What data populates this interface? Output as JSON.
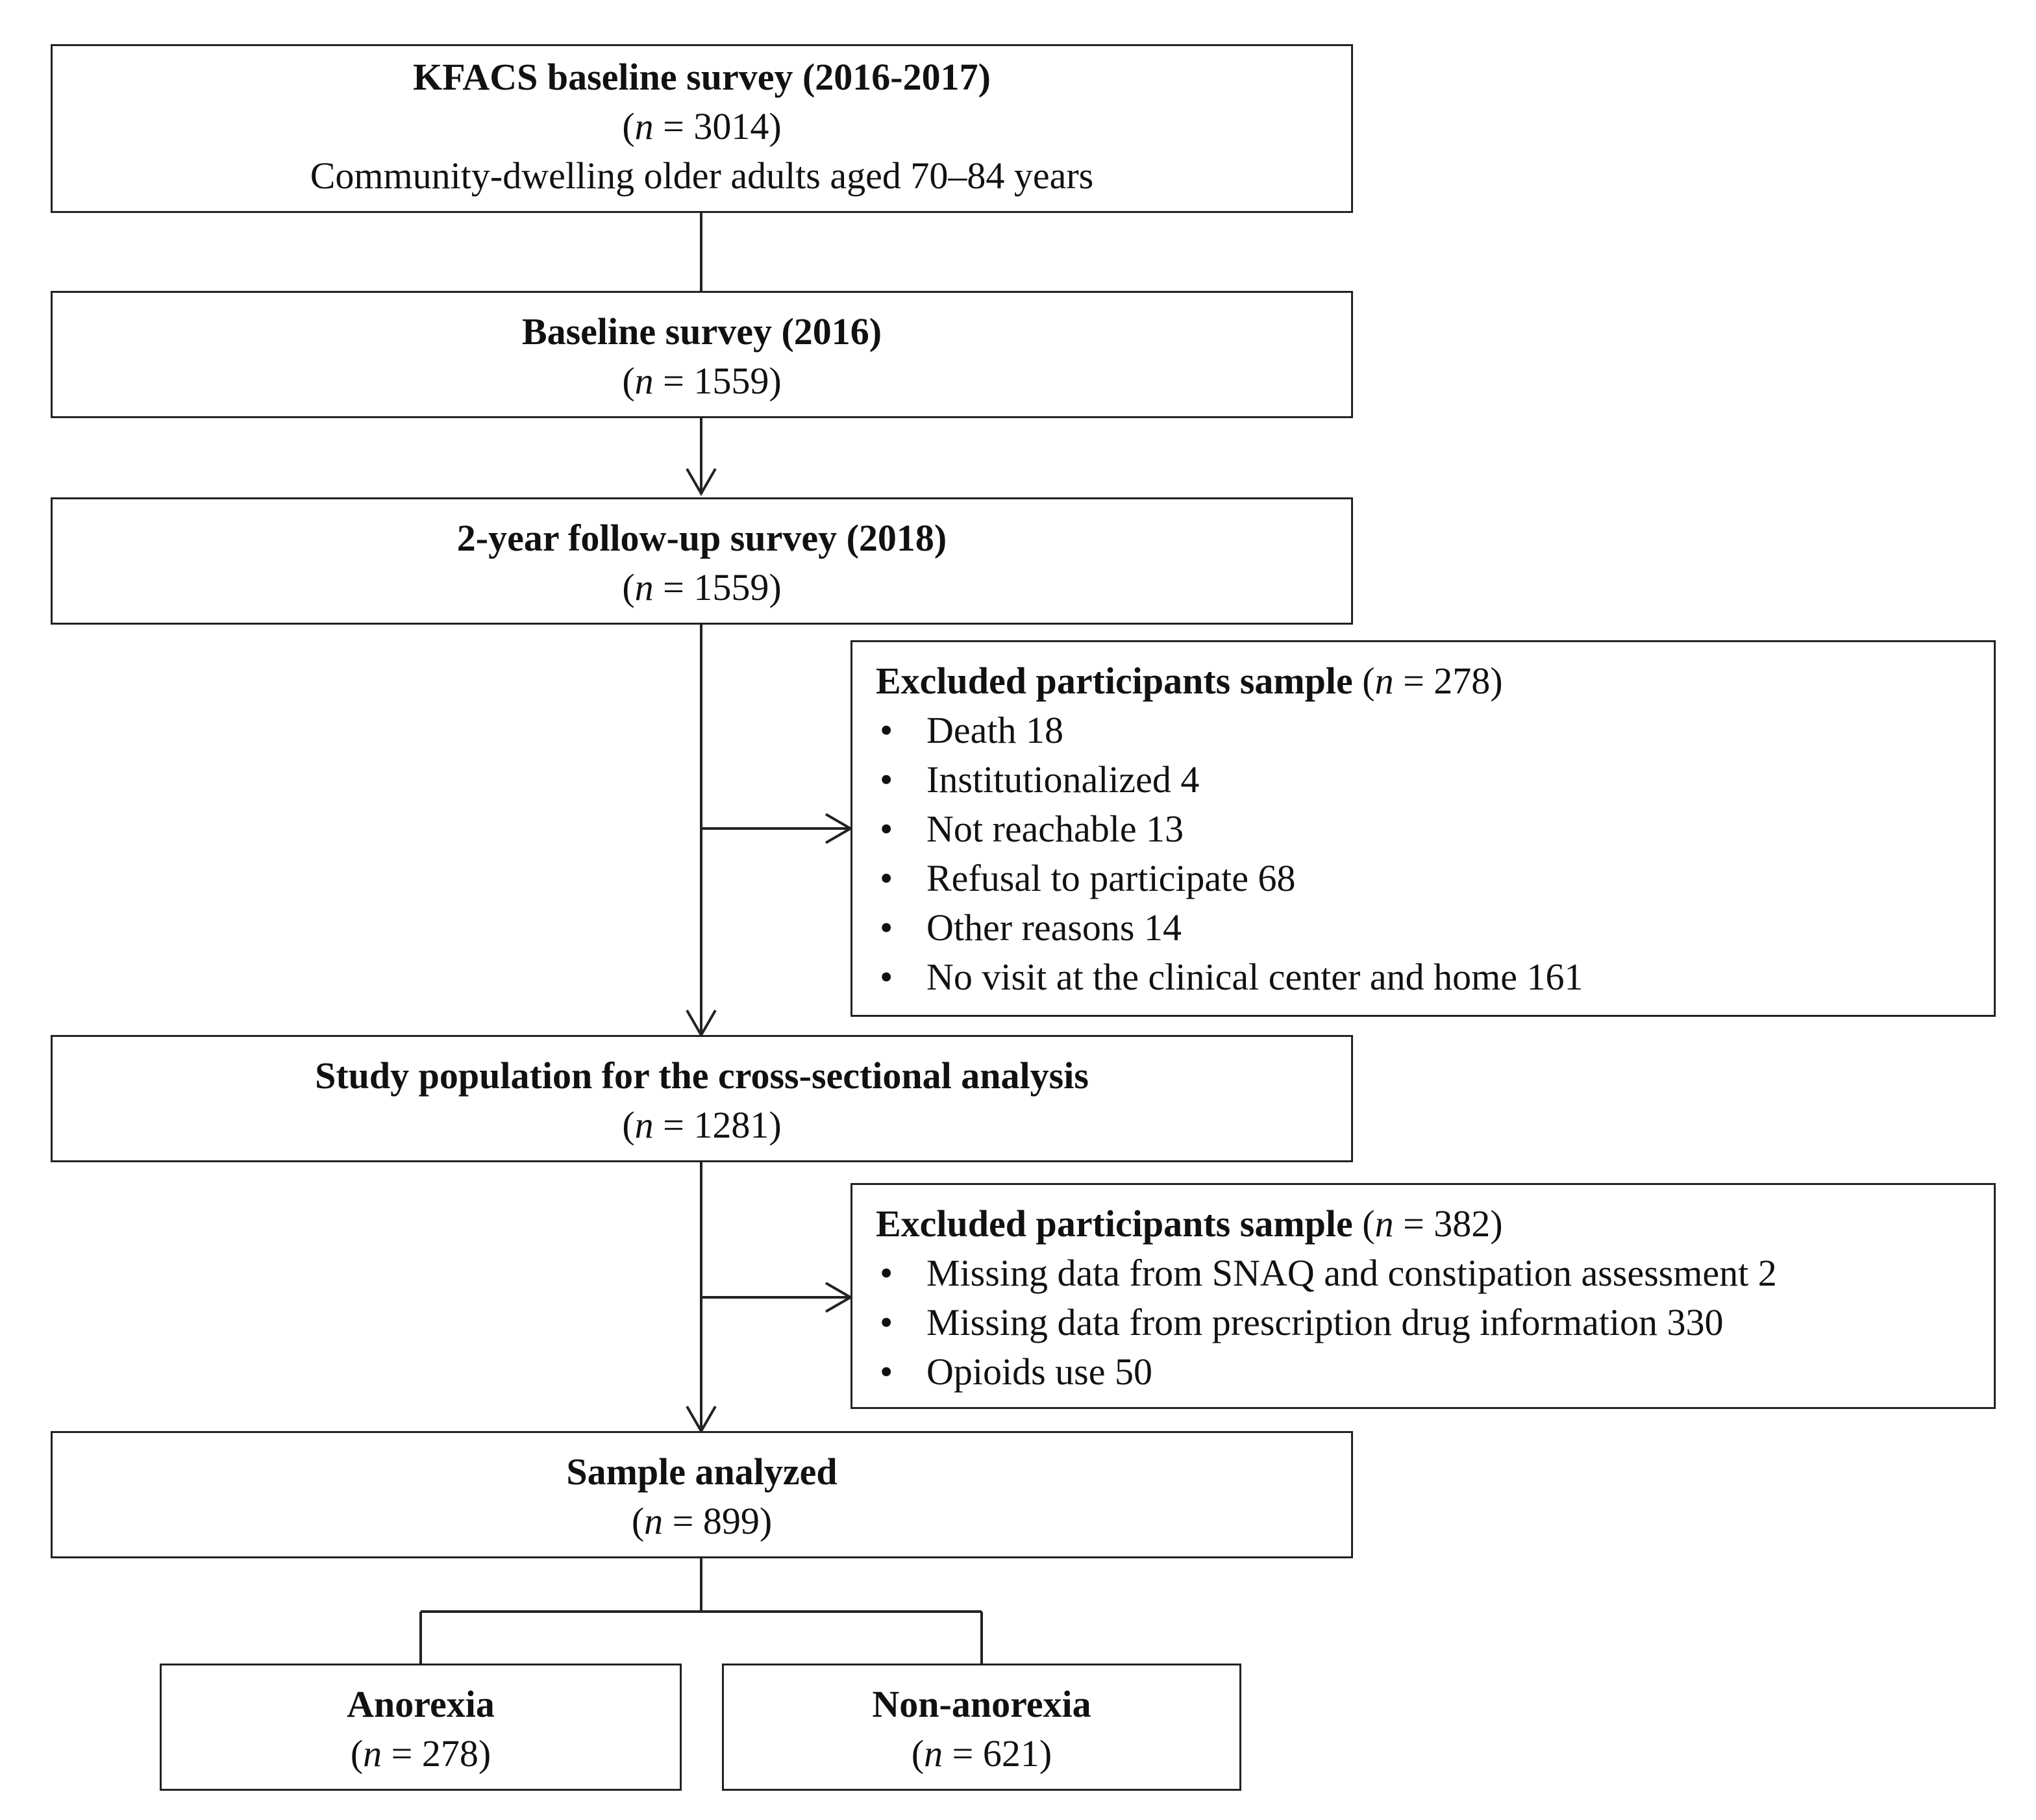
{
  "boxes": {
    "kfacs": {
      "title": "KFACS baseline survey (2016-2017)",
      "n": "3014",
      "desc": "Community-dwelling older adults aged 70–84 years"
    },
    "baseline": {
      "title": "Baseline survey (2016)",
      "n": "1559"
    },
    "followup": {
      "title": "2-year follow-up survey (2018)",
      "n": "1559"
    },
    "study": {
      "title": "Study population for the cross-sectional analysis",
      "n": "1281"
    },
    "analyzed": {
      "title": "Sample analyzed",
      "n": "899"
    },
    "anorexia": {
      "title": "Anorexia",
      "n": "278"
    },
    "non_anorexia": {
      "title": "Non-anorexia",
      "n": "621"
    }
  },
  "excluded1": {
    "title": "Excluded participants sample",
    "n": "278",
    "items": [
      "Death 18",
      "Institutionalized 4",
      "Not reachable 13",
      "Refusal to participate 68",
      "Other reasons 14",
      "No visit at the clinical center and home 161"
    ]
  },
  "excluded2": {
    "title": "Excluded participants sample",
    "n": "382",
    "items": [
      "Missing data from SNAQ and constipation assessment 2",
      "Missing data from prescription drug information 330",
      "Opioids use 50"
    ]
  },
  "labels": {
    "n_symbol": "n",
    "eq": " = ",
    "open": "(",
    "close": ")",
    "bullet": "•"
  }
}
